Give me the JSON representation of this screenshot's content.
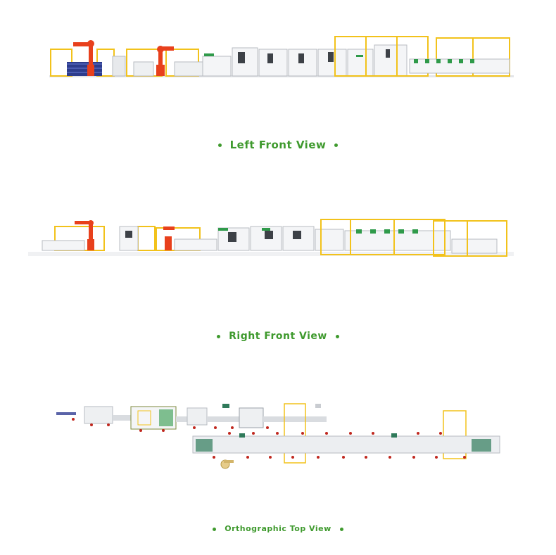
{
  "views": {
    "left_front": {
      "caption": "Left Front View"
    },
    "right_front": {
      "caption": "Right Front View"
    },
    "top": {
      "caption": "Orthographic Top View"
    }
  },
  "colors": {
    "caption_green": "#3f9a2e",
    "frame_yellow": "#f2c21b",
    "robot_red": "#e8401c",
    "machine_white": "#f4f5f7",
    "machine_gray": "#c9ccd1",
    "accent_green": "#2f9a4a",
    "pallet_blue": "#2d3c8c",
    "marker_red": "#c0271e"
  }
}
